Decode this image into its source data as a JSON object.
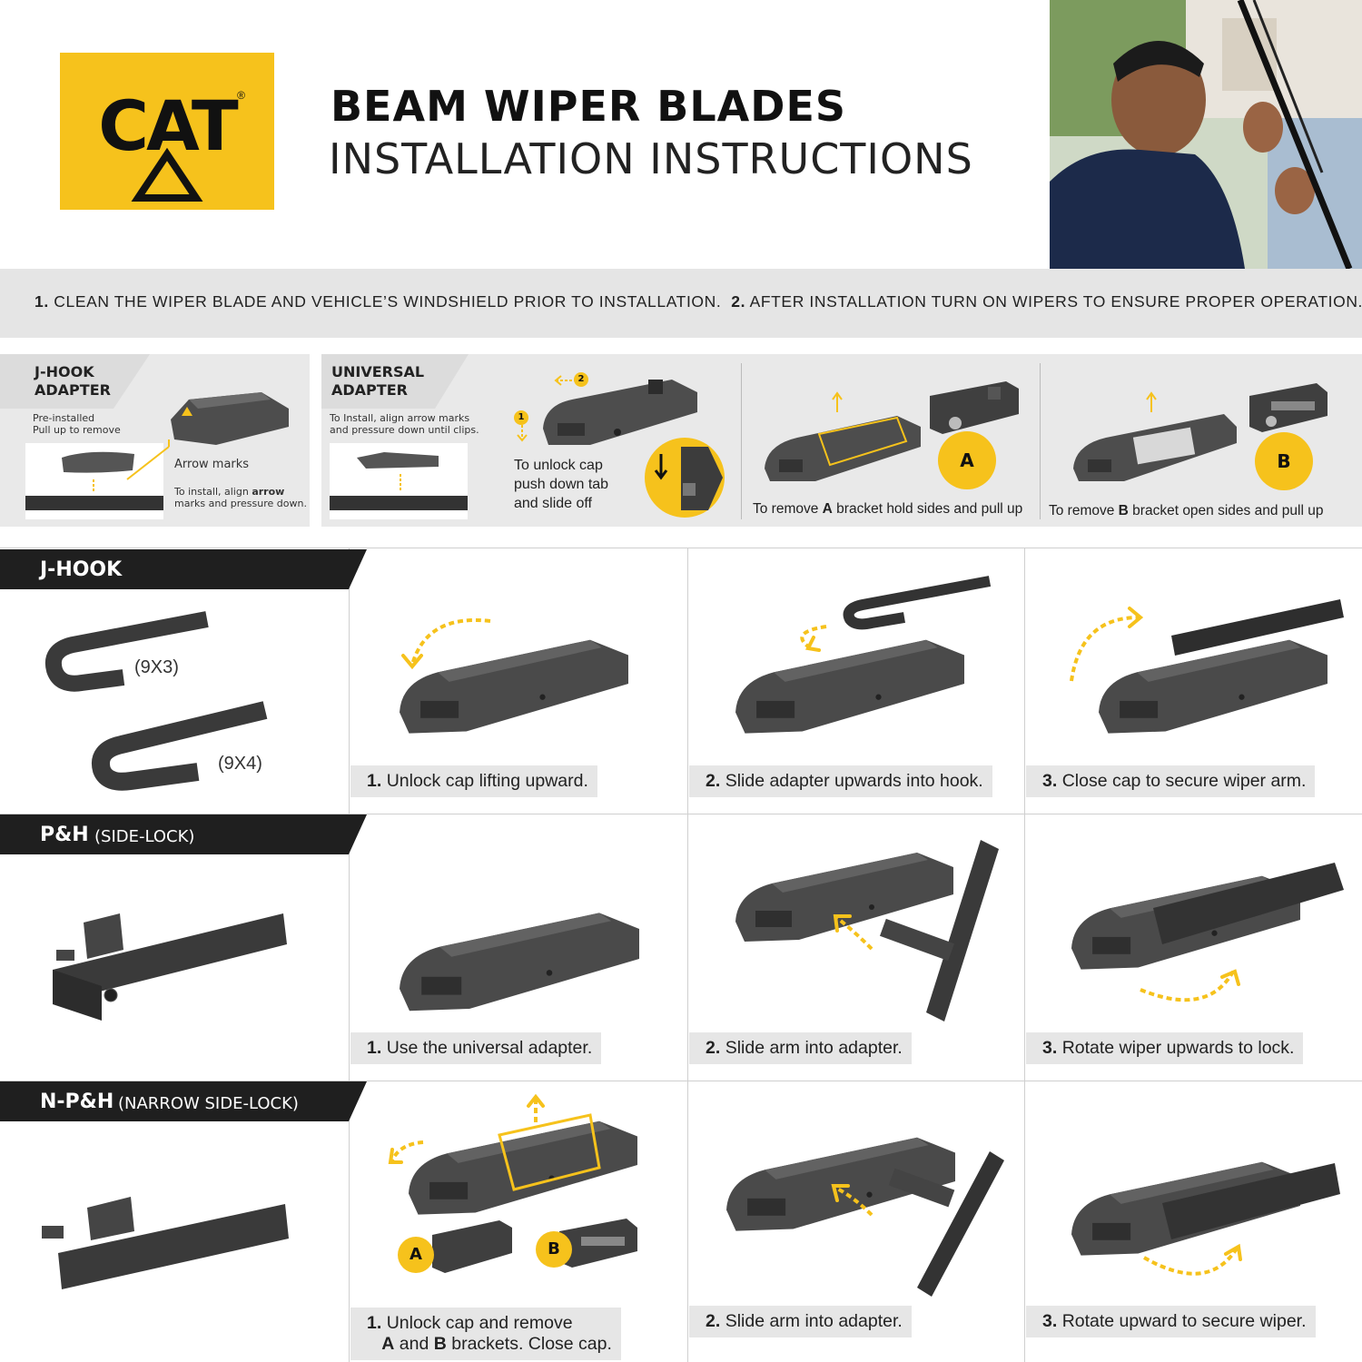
{
  "brand": {
    "logo_text": "CAT",
    "registered": "®",
    "logo_color": "#f6c21c"
  },
  "header": {
    "title_bold": "BEAM WIPER BLADES",
    "title_regular": "INSTALLATION INSTRUCTIONS"
  },
  "notes": {
    "step1_num": "1.",
    "step1_text": "CLEAN THE WIPER BLADE AND VEHICLE’S WINDSHIELD PRIOR TO INSTALLATION.",
    "step2_num": "2.",
    "step2_text": "AFTER INSTALLATION TURN ON WIPERS TO ENSURE PROPER OPERATION."
  },
  "adapters": {
    "jhook": {
      "title": "J-HOOK\nADAPTER",
      "preinstalled": "Pre-installed\nPull up to remove",
      "arrow_marks": "Arrow marks",
      "install_pre": "To install, align ",
      "install_bold": "arrow",
      "install_post": "\nmarks and pressure down."
    },
    "universal": {
      "title": "UNIVERSAL\nADAPTER",
      "instruction": "To Install, align arrow marks\nand pressure down until clips.",
      "unlock": "To unlock cap\npush down tab\nand slide off",
      "badge1": "1",
      "badge2": "2"
    },
    "bracket_a": {
      "badge": "A",
      "pre": "To remove ",
      "letter": "A",
      "post": " bracket hold sides and pull up"
    },
    "bracket_b": {
      "badge": "B",
      "pre": "To remove ",
      "letter": "B",
      "post": " bracket open sides and pull up"
    }
  },
  "rows": [
    {
      "name": "J-HOOK",
      "sub": "",
      "sizes": [
        "(9X3)",
        "(9X4)"
      ],
      "steps": [
        {
          "num": "1.",
          "text": "Unlock cap lifting upward."
        },
        {
          "num": "2.",
          "text": "Slide adapter upwards into hook."
        },
        {
          "num": "3.",
          "text": "Close cap to secure wiper arm."
        }
      ]
    },
    {
      "name": "P&H",
      "sub": "(SIDE-LOCK)",
      "steps": [
        {
          "num": "1.",
          "text": "Use the universal adapter."
        },
        {
          "num": "2.",
          "text": "Slide arm into adapter."
        },
        {
          "num": "3.",
          "text": "Rotate wiper upwards to lock."
        }
      ]
    },
    {
      "name": "N-P&H",
      "sub": "(NARROW SIDE-LOCK)",
      "steps": [
        {
          "num": "1.",
          "text": "Unlock cap and remove",
          "line2_a": "A",
          "line2_mid": " and ",
          "line2_b": "B",
          "line2_end": " brackets. Close cap.",
          "badge_a": "A",
          "badge_b": "B"
        },
        {
          "num": "2.",
          "text": "Slide arm into adapter."
        },
        {
          "num": "3.",
          "text": "Rotate upward to secure wiper."
        }
      ]
    }
  ]
}
